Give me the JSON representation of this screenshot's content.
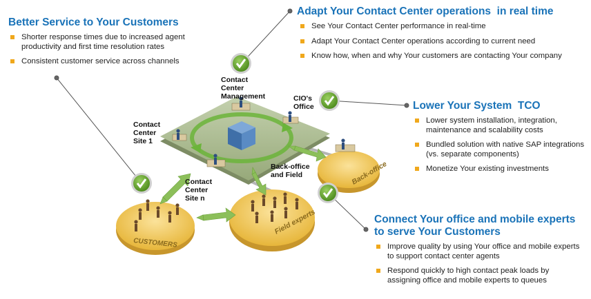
{
  "colors": {
    "heading": "#1a73b8",
    "bullet": "#f0a81c",
    "platform": "#a8b990",
    "disk": "#f2c94c",
    "check": "#6aab2e",
    "arrow": "#8cbf5a"
  },
  "sections": {
    "better_service": {
      "title": "Better Service to Your Customers",
      "bullets": [
        "Shorter response times due to increased agent productivity and first time resolution rates",
        "Consistent customer service across channels"
      ]
    },
    "adapt": {
      "title": "Adapt Your Contact Center operations  in real time",
      "bullets": [
        "See Your Contact Center performance in real-time",
        "Adapt Your Contact Center operations according to current need",
        "Know how, when and why Your customers are contacting Your company"
      ]
    },
    "lower_tco": {
      "title": "Lower Your System  TCO",
      "bullets": [
        "Lower system installation, integration, maintenance and scalability costs",
        "Bundled solution with native SAP integrations (vs. separate components)",
        "Monetize Your existing investments"
      ]
    },
    "connect": {
      "title": "Connect Your office and mobile experts to serve Your Customers",
      "bullets": [
        "Improve quality by using Your office and mobile experts to support contact center agents",
        "Respond quickly to high contact peak loads by assigning office and mobile experts to queues"
      ]
    }
  },
  "diagram_labels": {
    "cc_management": "Contact Center Management",
    "cios_office": "CIO's Office",
    "cc_site1": "Contact Center Site 1",
    "cc_siten": "Contact Center Site n",
    "backoffice_field": "Back-office and Field",
    "customers": "CUSTOMERS",
    "field_experts": "Field experts",
    "back_office": "Back-office"
  }
}
